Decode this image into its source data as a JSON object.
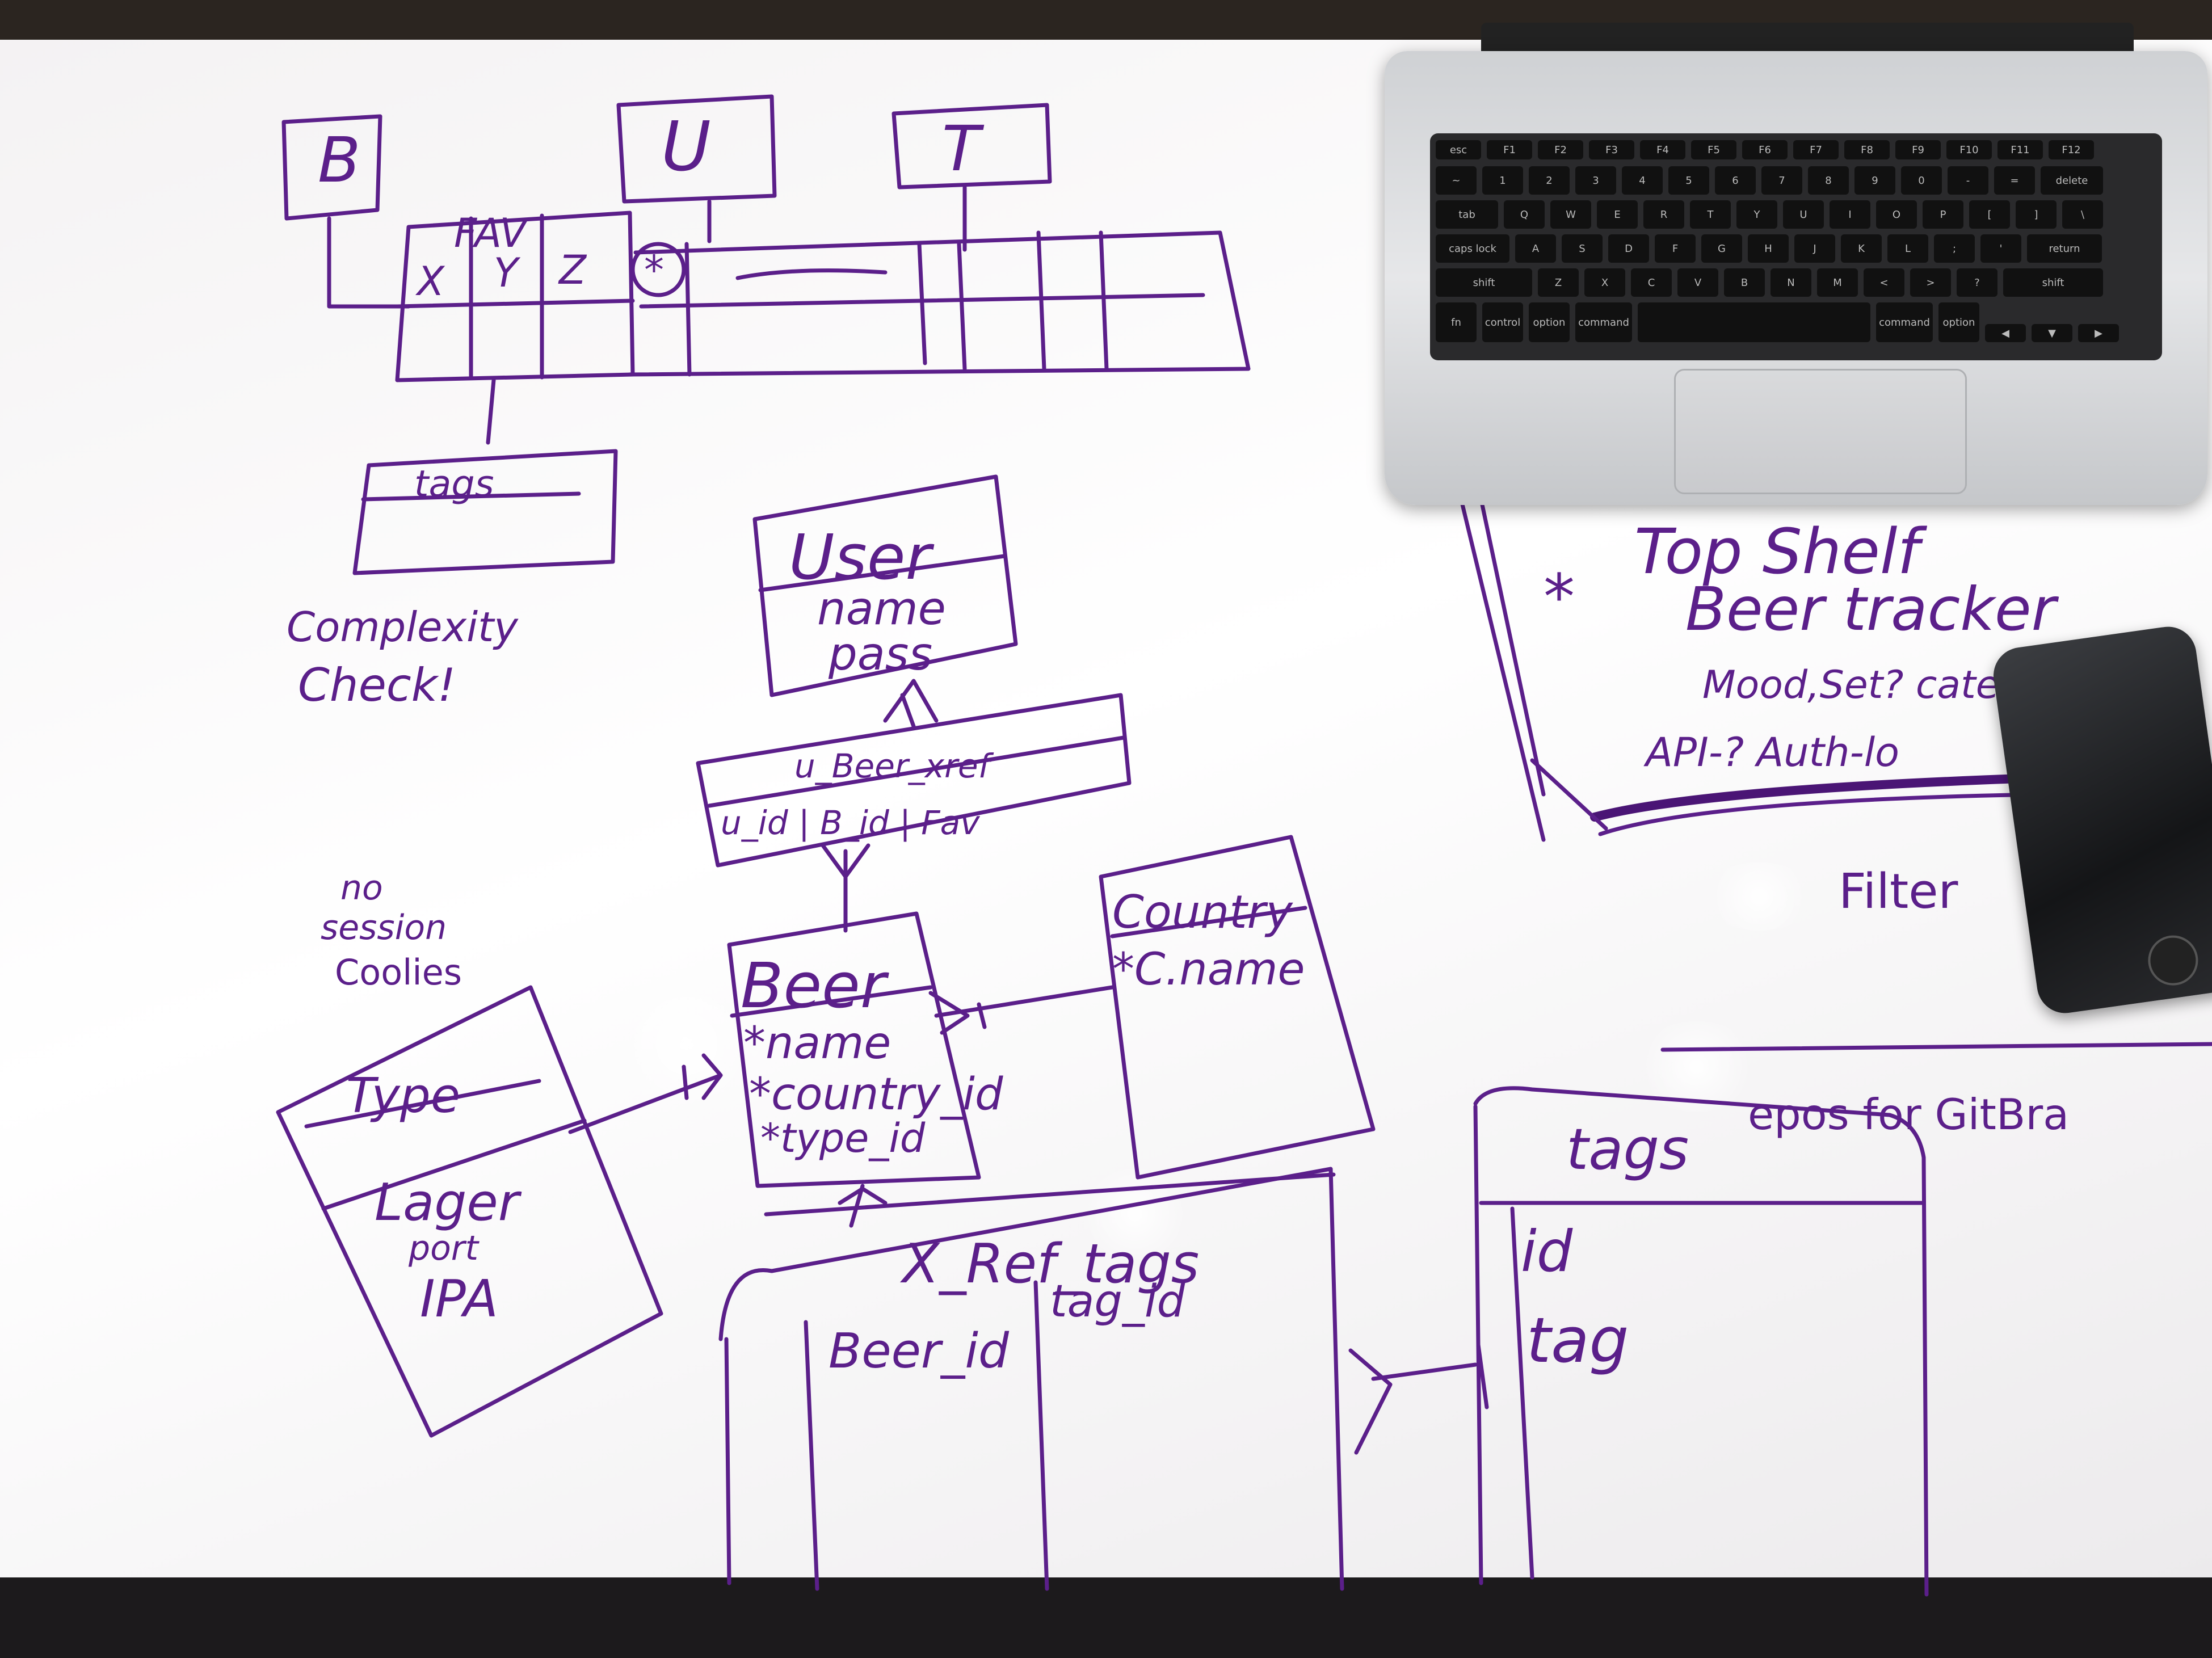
{
  "top_diagram": {
    "box_b": "B",
    "box_u": "U",
    "box_t": "T",
    "fav_label": "FAV",
    "cols": [
      "X",
      "Y",
      "Z",
      "*"
    ],
    "tags_box": "tags"
  },
  "complexity_note": [
    "Complexity",
    "Check!"
  ],
  "user_table": {
    "title": "User",
    "fields": [
      "name",
      "pass"
    ]
  },
  "xref_table": {
    "title": "u_Beer_xref",
    "fields": "u_id | B_id | Fav"
  },
  "session_note": [
    "no",
    "session",
    "Coolies"
  ],
  "type_table": {
    "title": "Type",
    "fields": [
      "Lager",
      "port",
      "IPA"
    ]
  },
  "beer_table": {
    "title": "Beer",
    "fields": [
      "*name",
      "*country_id",
      "*type_id"
    ]
  },
  "country_table": {
    "title": "Country",
    "fields": [
      "*C.name"
    ]
  },
  "xref_tags_table": {
    "title": "X_Ref_tags",
    "cols": [
      "Beer_id",
      "tag_id"
    ]
  },
  "tags_table": {
    "title": "tags",
    "fields": [
      "id",
      "tag"
    ]
  },
  "project_note": {
    "star": "*",
    "lines": [
      "Top Shelf",
      "Beer tracker",
      "Mood,Set? catego",
      "API-? Auth-lo"
    ]
  },
  "filter_note": "Filter",
  "repos_note": "epos for GitBra",
  "keyboard_rows": [
    [
      "esc",
      "F1",
      "F2",
      "F3",
      "F4",
      "F5",
      "F6",
      "F7",
      "F8",
      "F9",
      "F10",
      "F11",
      "F12"
    ],
    [
      "~",
      "1",
      "2",
      "3",
      "4",
      "5",
      "6",
      "7",
      "8",
      "9",
      "0",
      "-",
      "=",
      "delete"
    ],
    [
      "tab",
      "Q",
      "W",
      "E",
      "R",
      "T",
      "Y",
      "U",
      "I",
      "O",
      "P",
      "[",
      "]",
      "\\"
    ],
    [
      "caps lock",
      "A",
      "S",
      "D",
      "F",
      "G",
      "H",
      "J",
      "K",
      "L",
      ";",
      "'",
      "return"
    ],
    [
      "shift",
      "Z",
      "X",
      "C",
      "V",
      "B",
      "N",
      "M",
      "<",
      ">",
      "?",
      "shift"
    ],
    [
      "fn",
      "control",
      "option",
      "command",
      "",
      "command",
      "option",
      "◀",
      "▼",
      "▶"
    ]
  ],
  "colors": {
    "ink": "#5b1f8a",
    "board": "#f4f2f3"
  }
}
